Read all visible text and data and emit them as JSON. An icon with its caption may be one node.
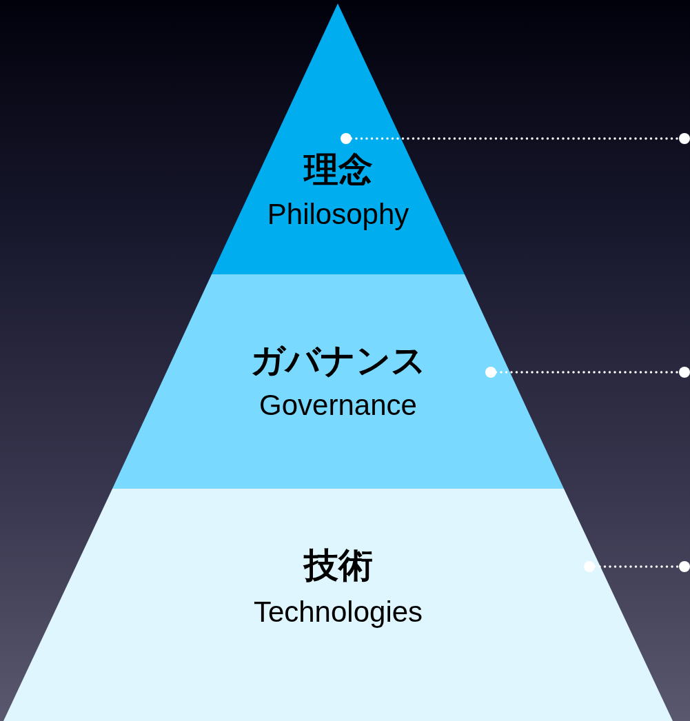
{
  "diagram": {
    "nodes": [
      {
        "text": [
          "理念",
          "Philosophy"
        ]
      },
      {
        "text": [
          "ガバナンス",
          "Governance"
        ]
      },
      {
        "text": [
          "技術",
          "Technologies"
        ]
      }
    ],
    "edges": [
      {
        "from": 0,
        "to": null,
        "arrow": "other",
        "style": "dashed"
      },
      {
        "from": 1,
        "to": null,
        "arrow": "other",
        "style": "dashed"
      },
      {
        "from": 2,
        "to": null,
        "arrow": "other",
        "style": "dashed"
      }
    ]
  }
}
